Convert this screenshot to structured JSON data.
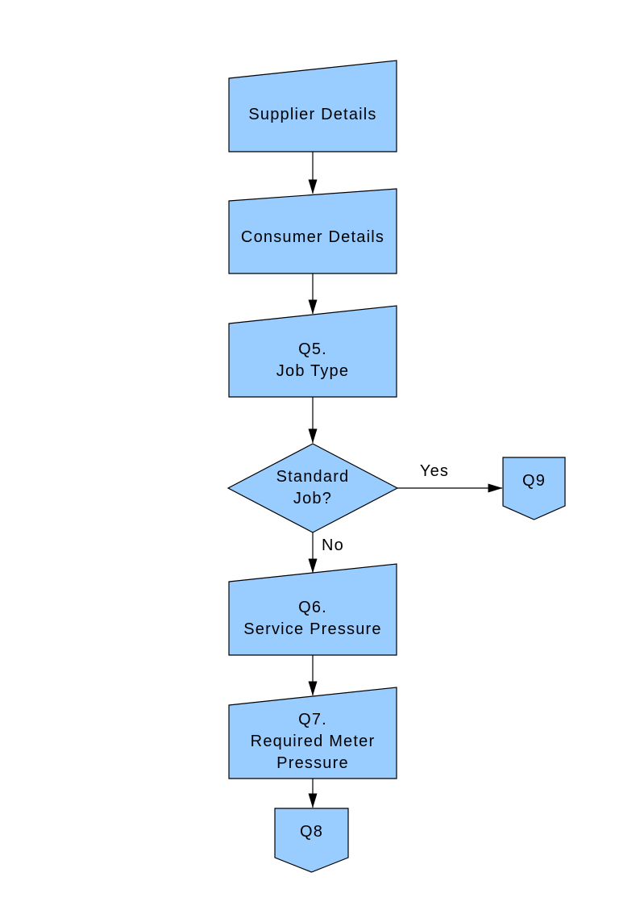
{
  "style": {
    "shape_fill": "#99CCFF",
    "shape_border": "#000000",
    "connector_color": "#000000",
    "text_color": "#000000",
    "page_background": "#FFFFFF"
  },
  "diagram": {
    "type": "flowchart",
    "nodes": [
      {
        "id": "supplier-details",
        "shape": "manual-input",
        "label": "Supplier Details"
      },
      {
        "id": "consumer-details",
        "shape": "manual-input",
        "label": "Consumer Details"
      },
      {
        "id": "q5-job-type",
        "shape": "manual-input",
        "label": "Q5.\nJob Type"
      },
      {
        "id": "standard-job-decision",
        "shape": "decision",
        "label": "Standard\nJob?"
      },
      {
        "id": "q9-connector",
        "shape": "off-page-connector",
        "label": "Q9"
      },
      {
        "id": "q6-service-pressure",
        "shape": "manual-input",
        "label": "Q6.\nService Pressure"
      },
      {
        "id": "q7-required-meter-pressure",
        "shape": "manual-input",
        "label": "Q7.\nRequired Meter\nPressure"
      },
      {
        "id": "q8-connector",
        "shape": "off-page-connector",
        "label": "Q8"
      }
    ],
    "edges": [
      {
        "from": "supplier-details",
        "to": "consumer-details",
        "label": ""
      },
      {
        "from": "consumer-details",
        "to": "q5-job-type",
        "label": ""
      },
      {
        "from": "q5-job-type",
        "to": "standard-job-decision",
        "label": ""
      },
      {
        "from": "standard-job-decision",
        "to": "q9-connector",
        "label": "Yes"
      },
      {
        "from": "standard-job-decision",
        "to": "q6-service-pressure",
        "label": "No"
      },
      {
        "from": "q6-service-pressure",
        "to": "q7-required-meter-pressure",
        "label": ""
      },
      {
        "from": "q7-required-meter-pressure",
        "to": "q8-connector",
        "label": ""
      }
    ]
  }
}
